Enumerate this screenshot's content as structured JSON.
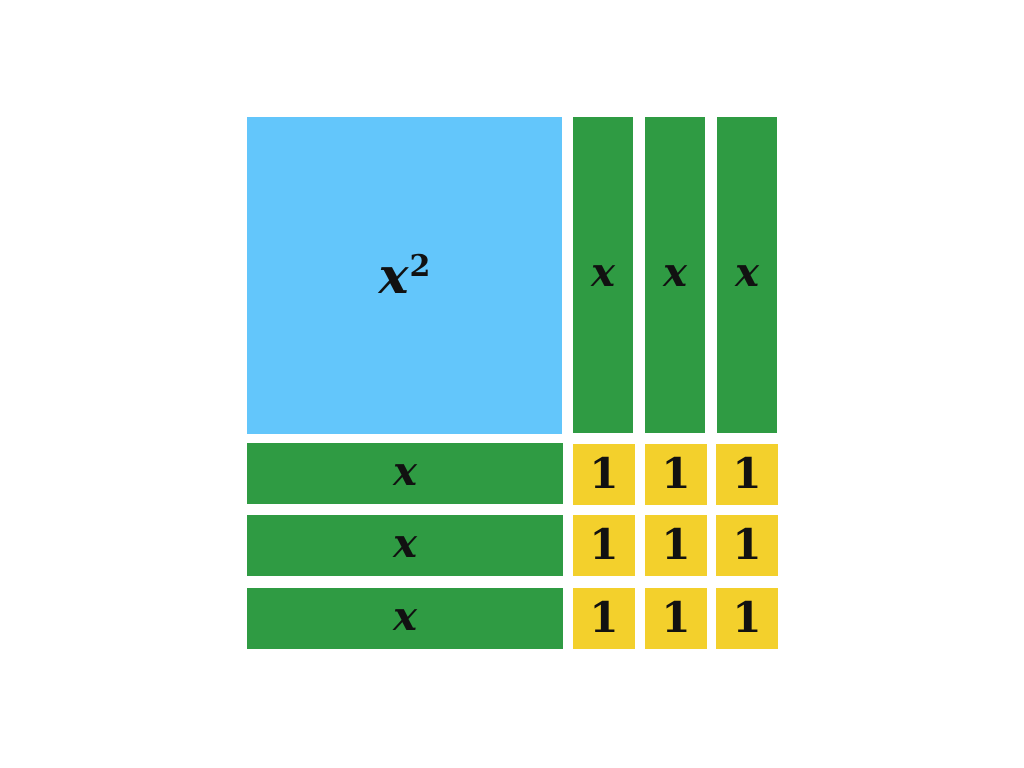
{
  "diagram": {
    "kind": "algebra-tiles",
    "background_color": "#ffffff",
    "label_color": "#111111",
    "tiles": {
      "x_squared": {
        "base": "x",
        "exponent": "2",
        "count": 1,
        "color": "#63c6fb"
      },
      "x_vertical": {
        "label": "x",
        "count": 3,
        "color": "#2f9b43"
      },
      "x_horizontal": {
        "label": "x",
        "count": 3,
        "color": "#2f9b43"
      },
      "unit": {
        "label": "1",
        "count": 9,
        "color": "#f3d02c"
      }
    }
  }
}
